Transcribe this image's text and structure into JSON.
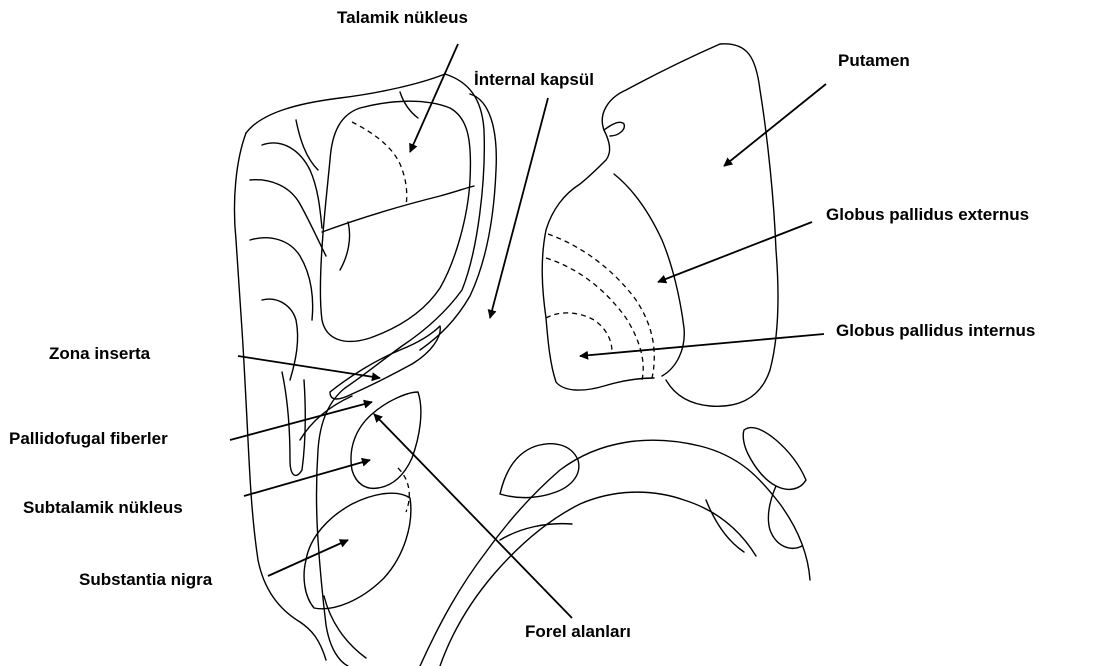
{
  "labels": {
    "talamik_nukleus": "Talamik nükleus",
    "internal_kapsul": "İnternal kapsül",
    "putamen": "Putamen",
    "globus_pallidus_externus": "Globus pallidus externus",
    "globus_pallidus_internus": "Globus pallidus internus",
    "zona_inserta": "Zona inserta",
    "pallidofugal_fiberler": "Pallidofugal fiberler",
    "subtalamik_nukleus": "Subtalamik nükleus",
    "substantia_nigra": "Substantia nigra",
    "forel_alanlari": "Forel alanları"
  },
  "colors": {
    "line": "#000000",
    "background": "#ffffff"
  }
}
